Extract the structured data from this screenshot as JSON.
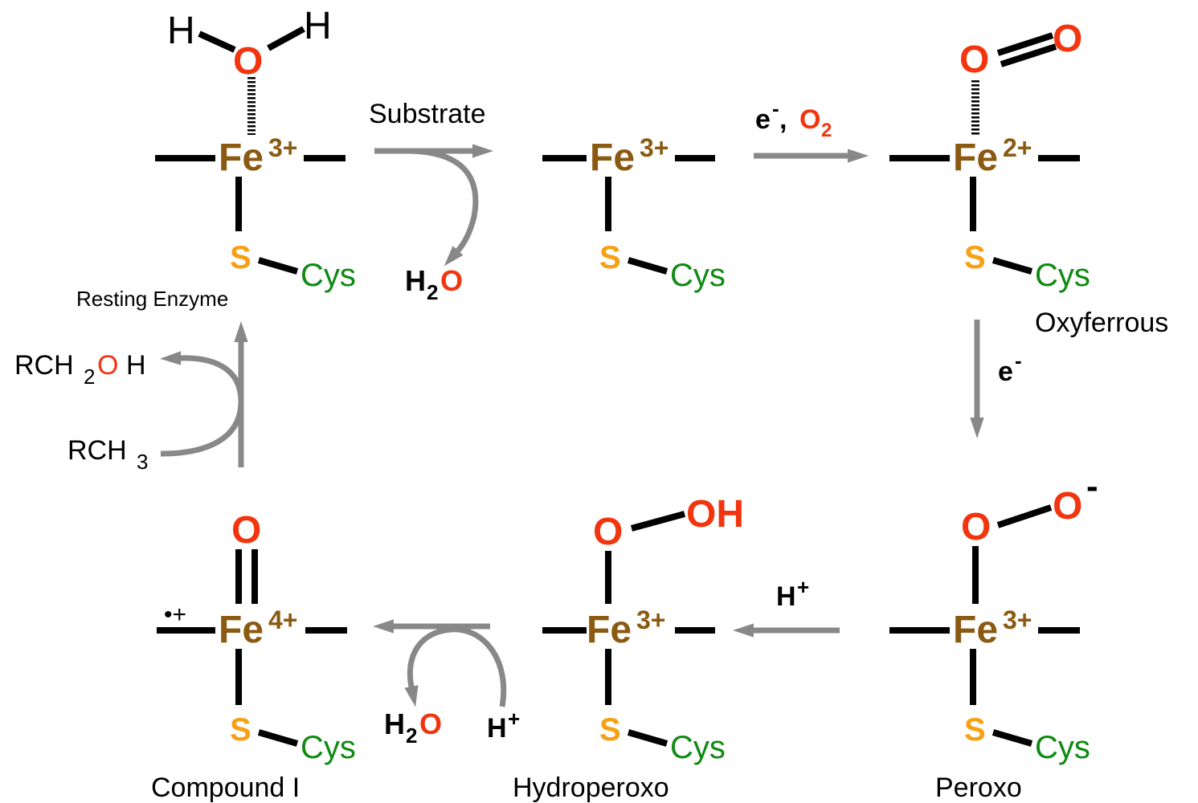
{
  "colors": {
    "iron": "#8B5A12",
    "sulfur": "#F7A013",
    "cysteine": "#0F8A12",
    "oxygen": "#F2350F",
    "arrow": "#888888",
    "text": "#000000"
  },
  "labels": {
    "resting": "Resting Enzyme",
    "oxyferrous": "Oxyferrous",
    "peroxo": "Peroxo",
    "hydroperoxo": "Hydroperoxo",
    "compound1": "Compound I"
  },
  "reagents": {
    "substrate": "Substrate",
    "electron": "e",
    "minus": "-",
    "comma": ",",
    "o2_o": "O",
    "o2_sub": "2",
    "h2o_h": "H",
    "h2o_sub": "2",
    "h2o_o": "O",
    "proton_h": "H",
    "proton_plus": "+",
    "rch2oh_a": "RCH",
    "rch2oh_sub": "2",
    "rch2oh_o": "O",
    "rch2oh_h": "H",
    "rch3_a": "RCH",
    "rch3_sub": "3"
  },
  "atoms": {
    "fe": "Fe",
    "charge3": "3+",
    "charge2": "2+",
    "charge4": "4+",
    "s": "S",
    "cys": "Cys",
    "o": "O",
    "oh": "OH",
    "h": "H",
    "o_minus": "-",
    "radical_cation": "•+"
  }
}
